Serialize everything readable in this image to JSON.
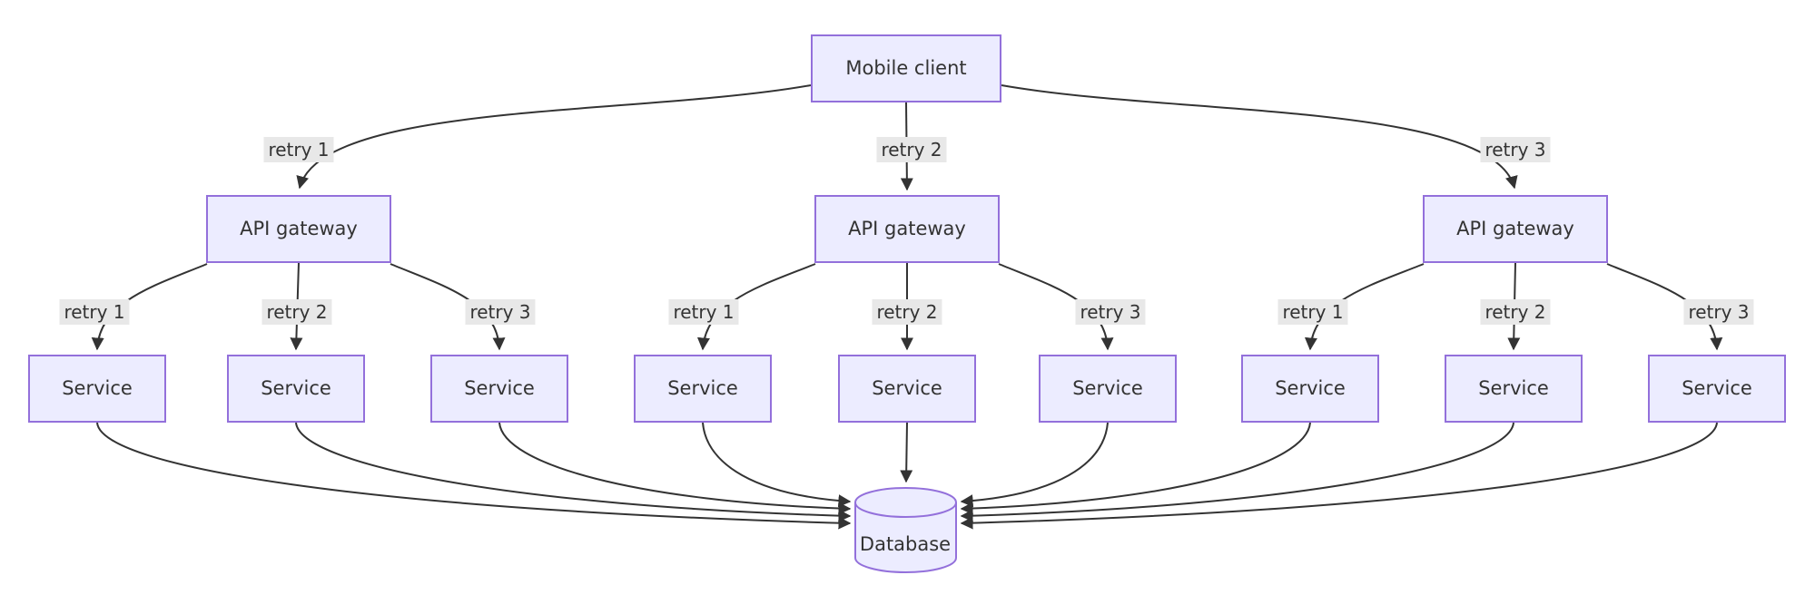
{
  "theme": {
    "background": "#ffffff",
    "node_fill": "#ECECFF",
    "node_border": "#9370DB",
    "node_text": "#333333",
    "edge_color": "#333333",
    "edge_label_bg": "#e8e8e8",
    "edge_label_text": "#333333"
  },
  "diagram": {
    "type": "flowchart",
    "direction": "top-down",
    "nodes": {
      "mobile_client": {
        "label": "Mobile client",
        "shape": "rect"
      },
      "gateways": [
        {
          "label": "API gateway",
          "shape": "rect"
        },
        {
          "label": "API gateway",
          "shape": "rect"
        },
        {
          "label": "API gateway",
          "shape": "rect"
        }
      ],
      "services": [
        {
          "label": "Service",
          "shape": "rect"
        },
        {
          "label": "Service",
          "shape": "rect"
        },
        {
          "label": "Service",
          "shape": "rect"
        },
        {
          "label": "Service",
          "shape": "rect"
        },
        {
          "label": "Service",
          "shape": "rect"
        },
        {
          "label": "Service",
          "shape": "rect"
        },
        {
          "label": "Service",
          "shape": "rect"
        },
        {
          "label": "Service",
          "shape": "rect"
        },
        {
          "label": "Service",
          "shape": "rect"
        }
      ],
      "database": {
        "label": "Database",
        "shape": "cylinder"
      }
    },
    "edge_labels": {
      "client_to_gateway": [
        "retry 1",
        "retry 2",
        "retry 3"
      ],
      "gateway_to_service": [
        "retry 1",
        "retry 2",
        "retry 3",
        "retry 1",
        "retry 2",
        "retry 3",
        "retry 1",
        "retry 2",
        "retry 3"
      ]
    },
    "edges": [
      {
        "from": "Mobile client",
        "to": "API gateway 1",
        "label": "retry 1"
      },
      {
        "from": "Mobile client",
        "to": "API gateway 2",
        "label": "retry 2"
      },
      {
        "from": "Mobile client",
        "to": "API gateway 3",
        "label": "retry 3"
      },
      {
        "from": "API gateway 1",
        "to": "Service 1",
        "label": "retry 1"
      },
      {
        "from": "API gateway 1",
        "to": "Service 2",
        "label": "retry 2"
      },
      {
        "from": "API gateway 1",
        "to": "Service 3",
        "label": "retry 3"
      },
      {
        "from": "API gateway 2",
        "to": "Service 4",
        "label": "retry 1"
      },
      {
        "from": "API gateway 2",
        "to": "Service 5",
        "label": "retry 2"
      },
      {
        "from": "API gateway 2",
        "to": "Service 6",
        "label": "retry 3"
      },
      {
        "from": "API gateway 3",
        "to": "Service 7",
        "label": "retry 1"
      },
      {
        "from": "API gateway 3",
        "to": "Service 8",
        "label": "retry 2"
      },
      {
        "from": "API gateway 3",
        "to": "Service 9",
        "label": "retry 3"
      },
      {
        "from": "Service 1",
        "to": "Database",
        "label": ""
      },
      {
        "from": "Service 2",
        "to": "Database",
        "label": ""
      },
      {
        "from": "Service 3",
        "to": "Database",
        "label": ""
      },
      {
        "from": "Service 4",
        "to": "Database",
        "label": ""
      },
      {
        "from": "Service 5",
        "to": "Database",
        "label": ""
      },
      {
        "from": "Service 6",
        "to": "Database",
        "label": ""
      },
      {
        "from": "Service 7",
        "to": "Database",
        "label": ""
      },
      {
        "from": "Service 8",
        "to": "Database",
        "label": ""
      },
      {
        "from": "Service 9",
        "to": "Database",
        "label": ""
      }
    ]
  }
}
